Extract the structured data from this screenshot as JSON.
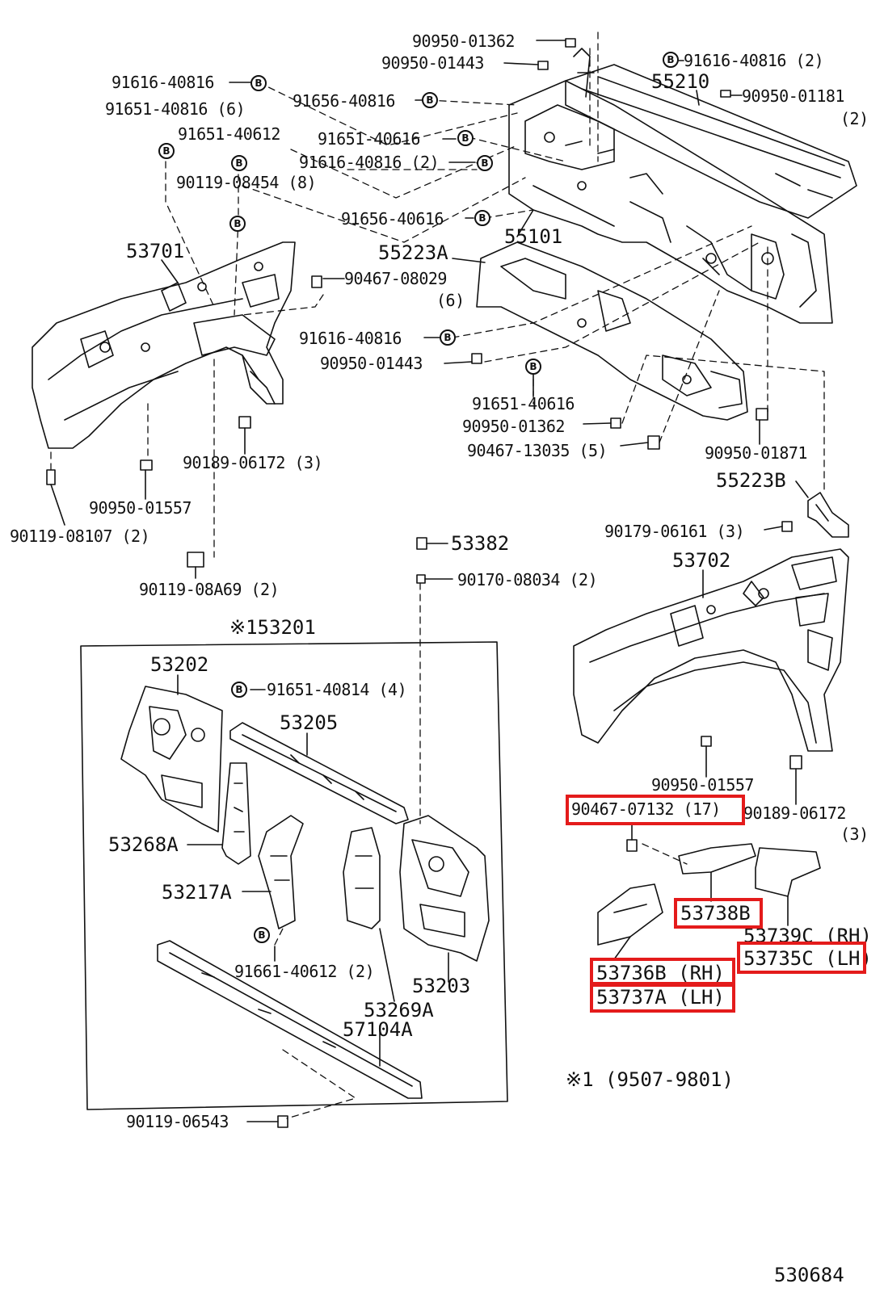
{
  "diagram_id": "530684",
  "footnote": "※1 (9507-9801)",
  "assembly": "※153201",
  "bolt_marker": "B",
  "highlight_color": "#e41b1b",
  "labels": {
    "p90950_01362_top": "90950-01362",
    "p90950_01443_top": "90950-01443",
    "p91616_40816_left": "91616-40816",
    "p91651_40816": "91651-40816 (6)",
    "p91656_40816": "91656-40816",
    "p91651_40612": "91651-40612",
    "p91651_40616_top": "91651-40616",
    "p91616_40816_2_mid": "91616-40816 (2)",
    "p90119_08454": "90119-08454 (8)",
    "p91616_40816_2_right": "91616-40816 (2)",
    "p55210": "55210",
    "p90950_01181": "90950-01181",
    "p90950_01181_qty": "(2)",
    "p91656_40616": "91656-40616",
    "p55101": "55101",
    "p53701": "53701",
    "p55223A": "55223A",
    "p90467_08029": "90467-08029",
    "p90467_08029_qty": "(6)",
    "p91616_40816_lower": "91616-40816",
    "p90950_01443_lower": "90950-01443",
    "p91651_40616_lower": "91651-40616",
    "p90950_01362_lower": "90950-01362",
    "p90467_13035": "90467-13035 (5)",
    "p90950_01871": "90950-01871",
    "p90189_06172_left": "90189-06172 (3)",
    "p90950_01557_left": "90950-01557",
    "p90119_08107": "90119-08107 (2)",
    "p55223B": "55223B",
    "p90179_06161": "90179-06161 (3)",
    "p53382": "53382",
    "p90170_08034": "90170-08034 (2)",
    "p90119_08A69": "90119-08A69 (2)",
    "p53702": "53702",
    "p53202": "53202",
    "p91651_40814": "91651-40814 (4)",
    "p53205": "53205",
    "p53268A": "53268A",
    "p53217A": "53217A",
    "p91661_40612": "91661-40612 (2)",
    "p53203": "53203",
    "p53269A": "53269A",
    "p57104A": "57104A",
    "p90119_06543": "90119-06543",
    "p90950_01557_right": "90950-01557",
    "p90467_07132": "90467-07132 (17)",
    "p90189_06172_right": "90189-06172",
    "p90189_06172_right_qty": "(3)",
    "p53738B": "53738B",
    "p53739C": "53739C (RH)",
    "p53735C": "53735C (LH)",
    "p53736B": "53736B (RH)",
    "p53737A": "53737A (LH)"
  }
}
